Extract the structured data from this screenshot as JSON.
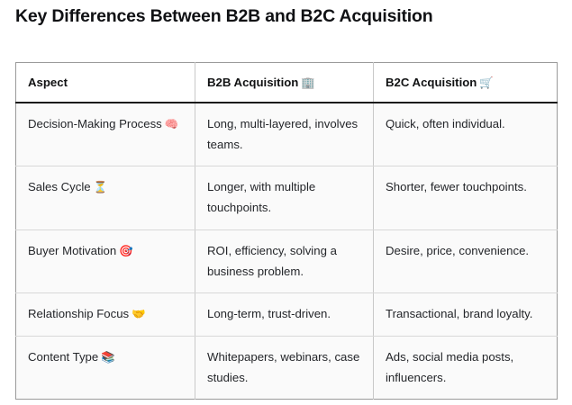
{
  "page": {
    "title": "Key Differences Between B2B and B2C Acquisition"
  },
  "table": {
    "columns": [
      {
        "label": "Aspect",
        "icon": ""
      },
      {
        "label": "B2B Acquisition",
        "icon": "🏢",
        "icon_name": "office-building-emoji"
      },
      {
        "label": "B2C Acquisition",
        "icon": "🛒",
        "icon_name": "shopping-cart-emoji"
      }
    ],
    "rows": [
      {
        "aspect": "Decision-Making Process",
        "aspect_icon": "🧠",
        "aspect_icon_name": "brain-emoji",
        "b2b": "Long, multi-layered, involves teams.",
        "b2c": "Quick, often individual."
      },
      {
        "aspect": "Sales Cycle",
        "aspect_icon": "⏳",
        "aspect_icon_name": "hourglass-emoji",
        "b2b": "Longer, with multiple touchpoints.",
        "b2c": "Shorter, fewer touchpoints."
      },
      {
        "aspect": "Buyer Motivation",
        "aspect_icon": "🎯",
        "aspect_icon_name": "target-emoji",
        "b2b": "ROI, efficiency, solving a business problem.",
        "b2c": "Desire, price, convenience."
      },
      {
        "aspect": "Relationship Focus",
        "aspect_icon": "🤝",
        "aspect_icon_name": "handshake-emoji",
        "b2b": "Long-term, trust-driven.",
        "b2c": "Transactional, brand loyalty."
      },
      {
        "aspect": "Content Type",
        "aspect_icon": "📚",
        "aspect_icon_name": "books-emoji",
        "b2b": "Whitepapers, webinars, case studies.",
        "b2c": "Ads, social media posts, influencers."
      }
    ]
  },
  "colors": {
    "page_background": "#ffffff",
    "title_text": "#101114",
    "header_text": "#111213",
    "body_text": "#24262a",
    "header_bottom_border": "#1b1b1b",
    "cell_border": "#c9c9c9",
    "row_background": "#fafafa",
    "header_background": "#ffffff"
  }
}
